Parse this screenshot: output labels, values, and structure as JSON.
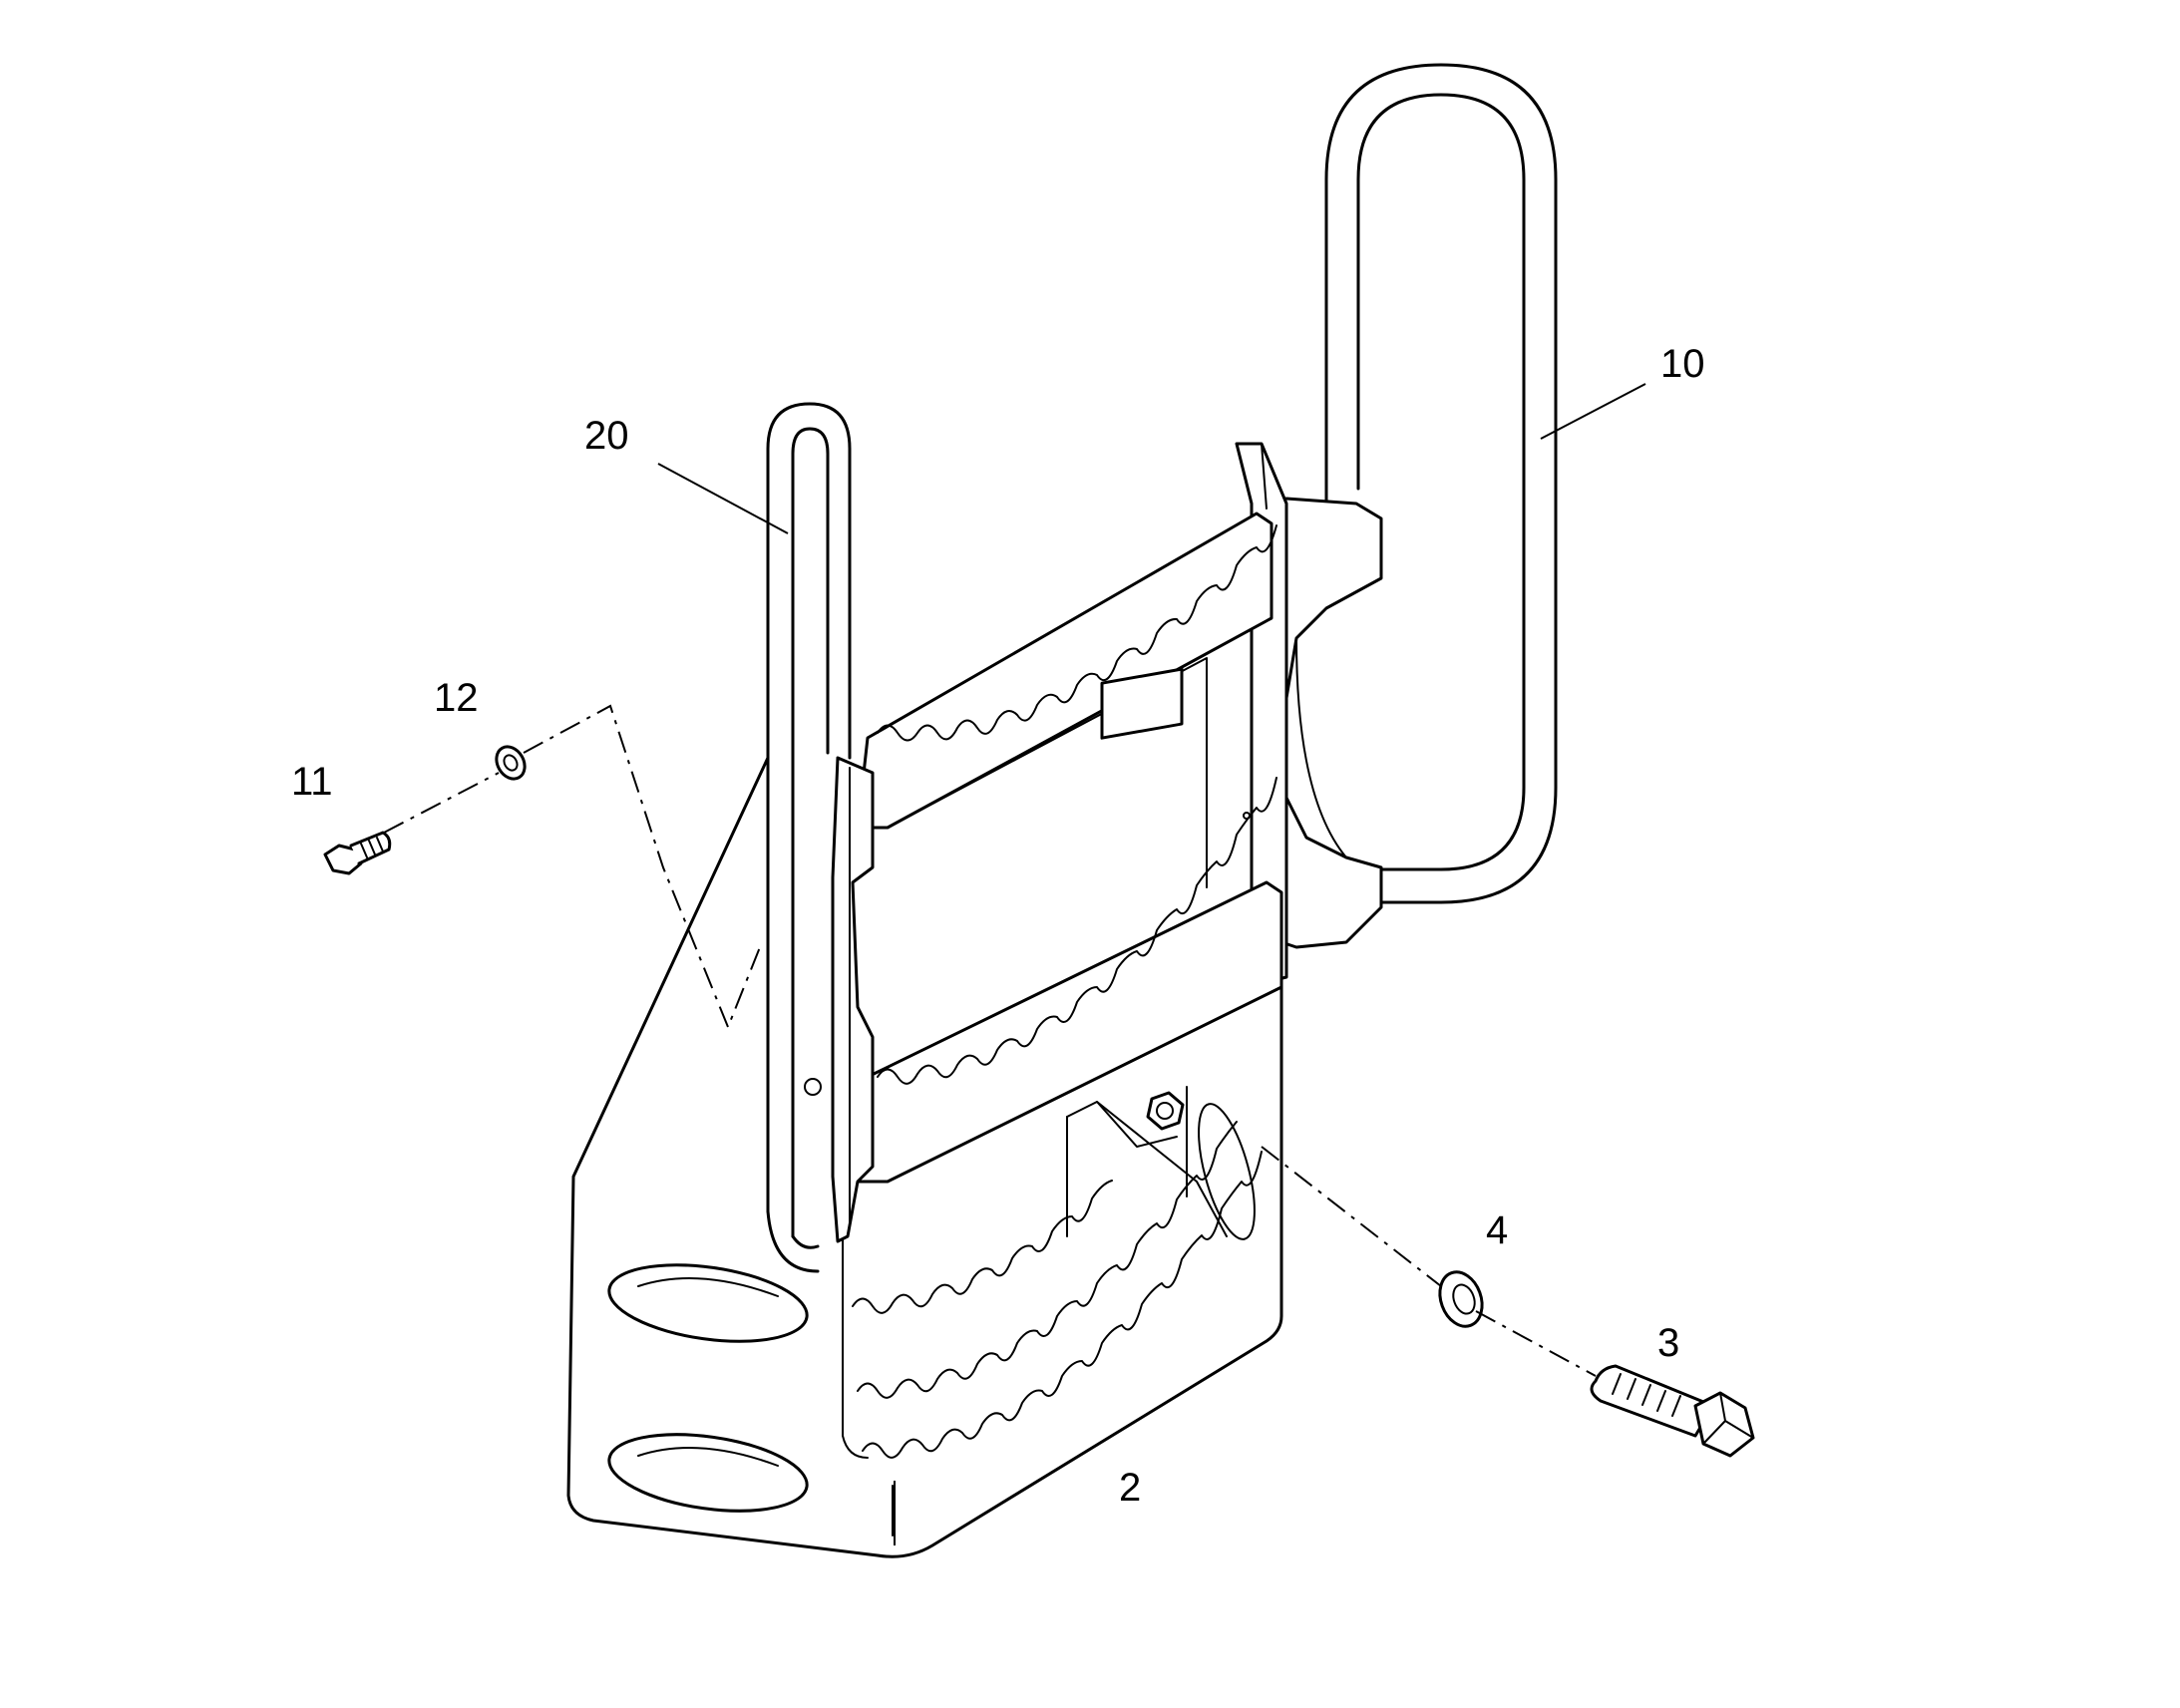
{
  "callouts": [
    {
      "id": "20",
      "label": "20"
    },
    {
      "id": "10",
      "label": "10"
    },
    {
      "id": "12",
      "label": "12"
    },
    {
      "id": "11",
      "label": "11"
    },
    {
      "id": "4",
      "label": "4"
    },
    {
      "id": "3",
      "label": "3"
    },
    {
      "id": "2",
      "label": "2"
    }
  ],
  "colors": {
    "line": "#000000",
    "background": "#ffffff"
  }
}
